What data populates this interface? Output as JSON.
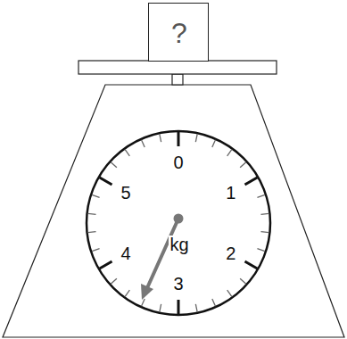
{
  "diagram": {
    "nodes": [
      {
        "text": [
          "?"
        ]
      },
      {
        "text": [
          "0",
          "1",
          "2",
          "3",
          "4",
          "5",
          "kg"
        ]
      }
    ]
  }
}
